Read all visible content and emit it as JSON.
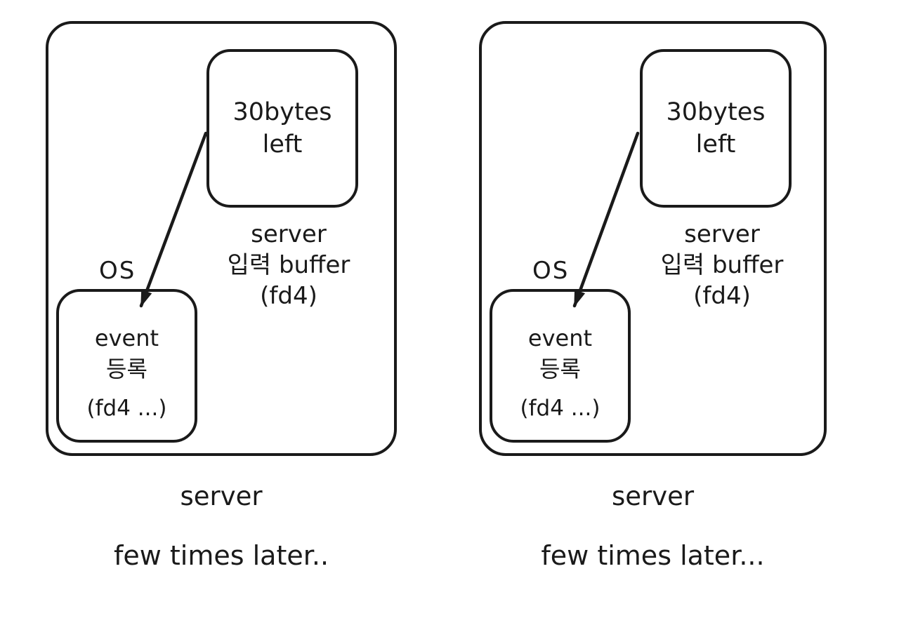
{
  "colors": {
    "ink": "#1a1a1a",
    "bg": "#ffffff"
  },
  "panels": [
    {
      "buffer_box": {
        "line1": "30bytes",
        "line2": "left"
      },
      "buffer_label": {
        "line1": "server",
        "line2": "입력 buffer",
        "line3": "(fd4)"
      },
      "os_label": "OS",
      "event_box": {
        "line1": "event",
        "line2": "등록",
        "line3": "(fd4 ...)"
      },
      "server_caption": "server",
      "time_caption": "few times later.."
    },
    {
      "buffer_box": {
        "line1": "30bytes",
        "line2": "left"
      },
      "buffer_label": {
        "line1": "server",
        "line2": "입력 buffer",
        "line3": "(fd4)"
      },
      "os_label": "OS",
      "event_box": {
        "line1": "event",
        "line2": "등록",
        "line3": "(fd4 ...)"
      },
      "server_caption": "server",
      "time_caption": "few times later..."
    }
  ]
}
